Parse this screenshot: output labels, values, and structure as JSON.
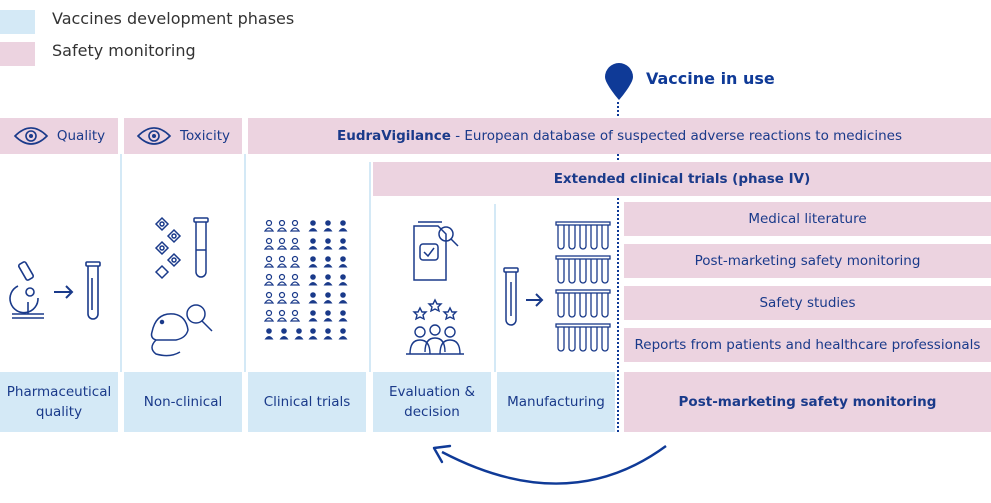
{
  "legend": {
    "development": "Vaccines development phases",
    "safety": "Safety monitoring"
  },
  "vaccine_in_use": "Vaccine in use",
  "quality": "Quality",
  "toxicity": "Toxicity",
  "eudra_bold": "EudraVigilance",
  "eudra_rest": " - European database of suspected adverse reactions to medicines",
  "extended_trials": "Extended clinical trials (phase IV)",
  "post_items": [
    "Medical literature",
    "Post-marketing safety monitoring",
    "Safety studies",
    "Reports from patients and healthcare professionals"
  ],
  "phases": {
    "pharmaceutical_line1": "Pharmaceutical",
    "pharmaceutical_line2": "quality",
    "nonclinical": "Non-clinical",
    "clinical": "Clinical trials",
    "evaluation_line1": "Evaluation &",
    "evaluation_line2": "decision",
    "manufacturing": "Manufacturing",
    "postmarketing": "Post-marketing safety monitoring"
  },
  "colors": {
    "pink": "#ecd3e0",
    "light_blue": "#d4e9f6",
    "dark_blue": "#0f3a97"
  }
}
